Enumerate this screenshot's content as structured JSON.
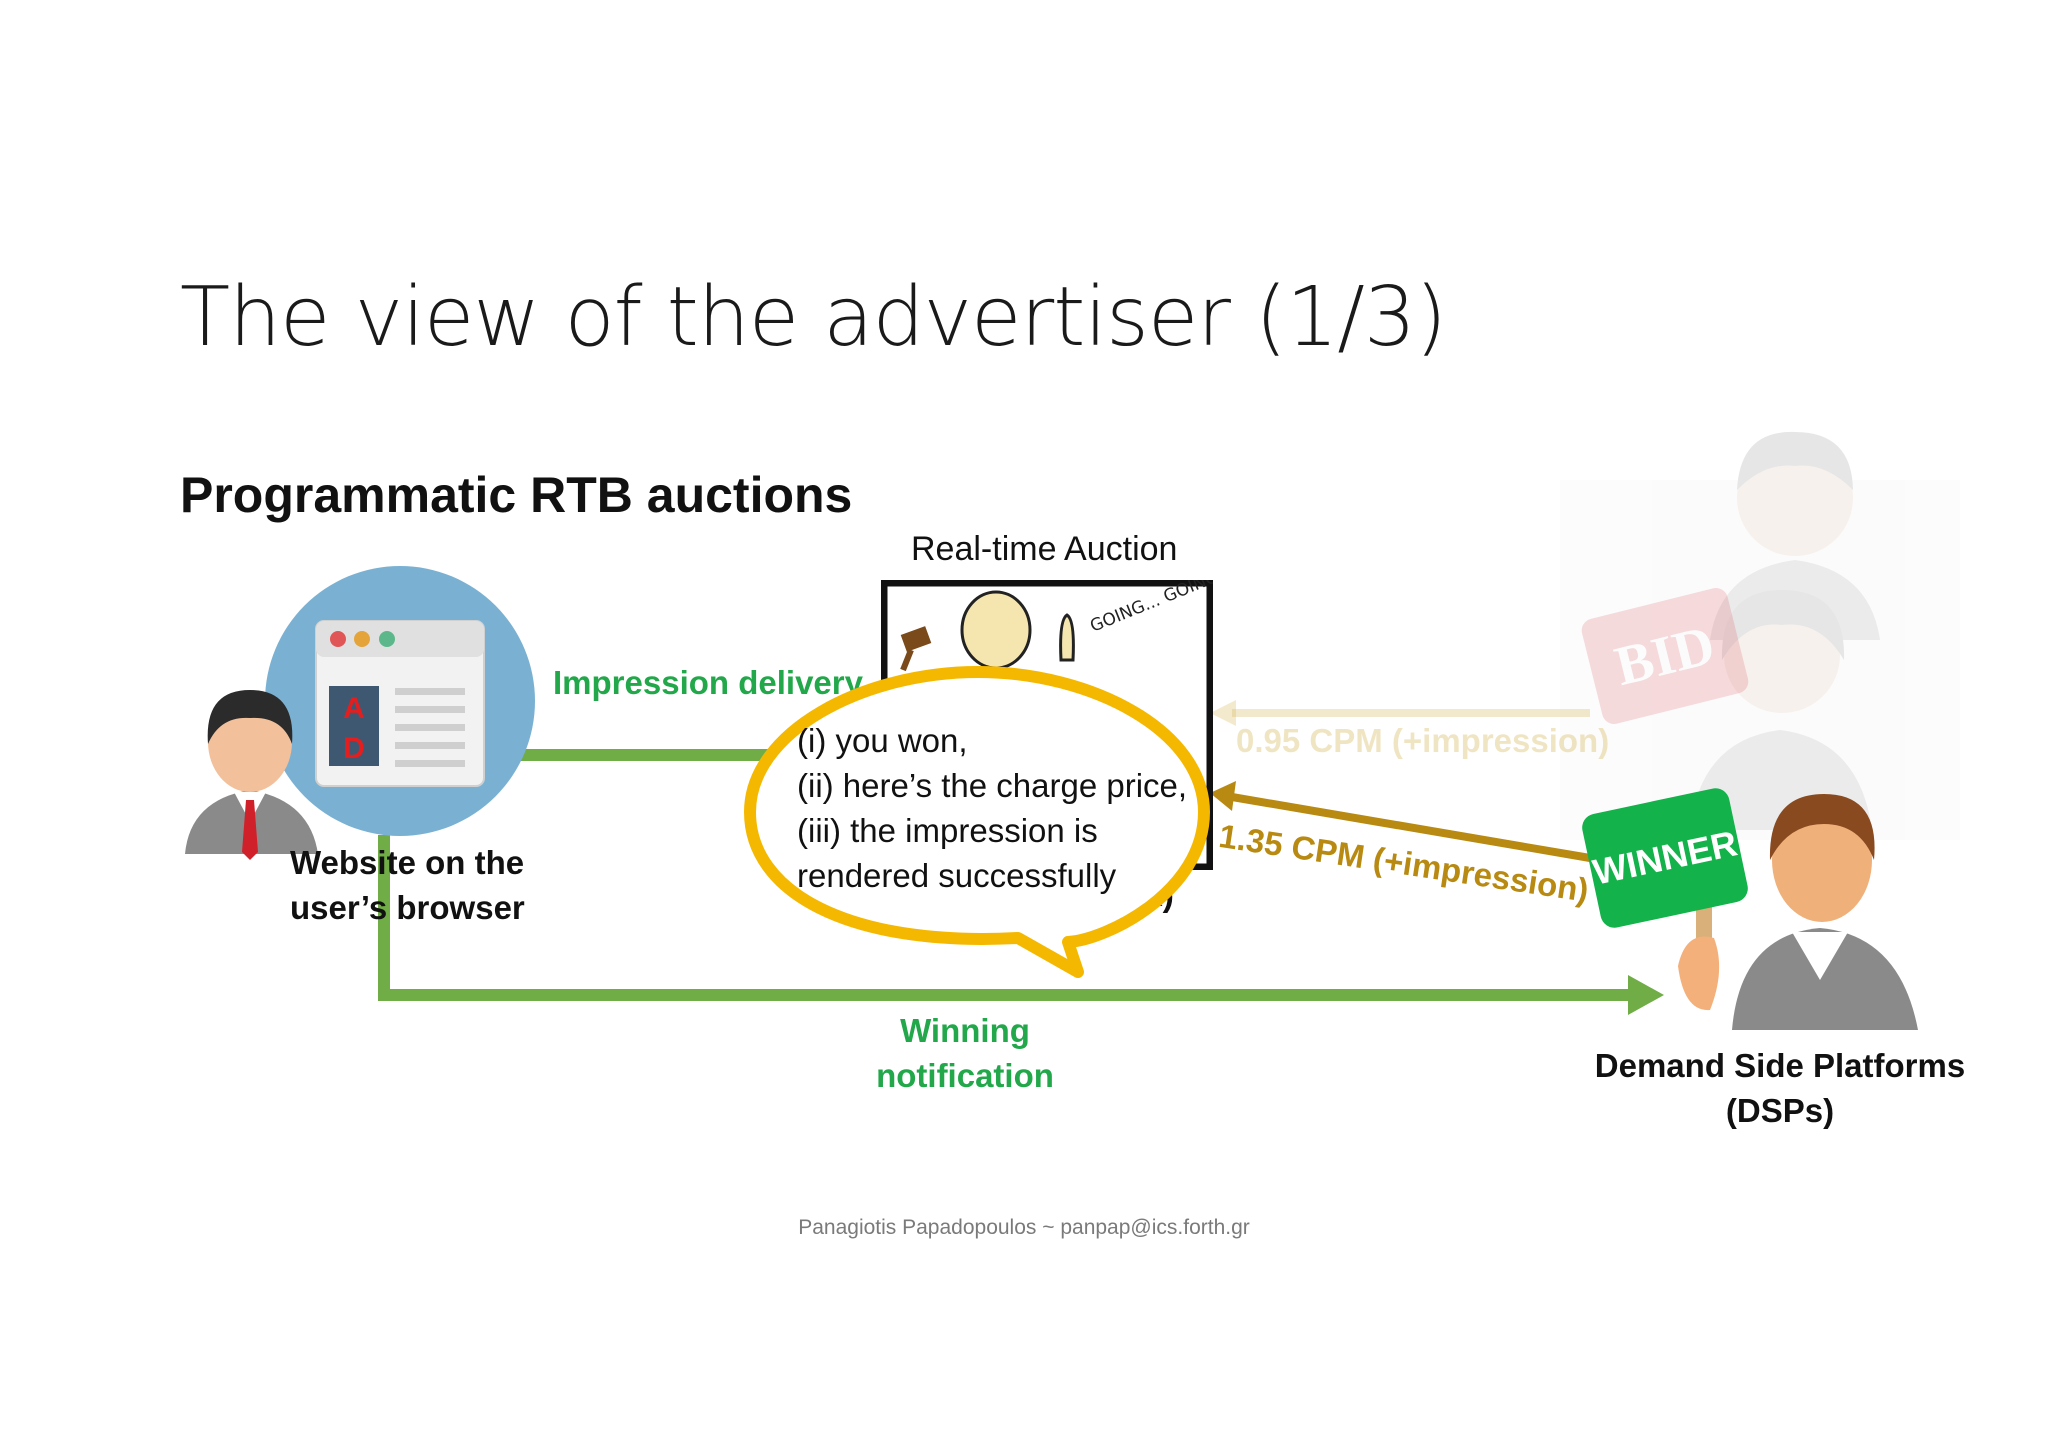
{
  "slide": {
    "title": "The view of the advertiser (1/3)",
    "subtitle": "Programmatic RTB auctions",
    "footer": "Panagiotis Papadopoulos ~ panpap@ics.forth.gr"
  },
  "diagram": {
    "auction_title": "Real-time Auction",
    "auction_name_tail": "X)",
    "auction_image_text": "GOING... GOING...",
    "impression_delivery": "Impression delivery",
    "website_label_line1": "Website on the",
    "website_label_line2": "user’s browser",
    "ad_letter_1": "A",
    "ad_letter_2": "D",
    "winning_line1": "Winning",
    "winning_line2": "notification",
    "dsp_label_line1": "Demand Side Platforms",
    "dsp_label_line2": "(DSPs)",
    "bid_losing": "0.95 CPM (+impression)",
    "bid_winning": "1.35 CPM (+impression)",
    "winner_sign": "WINNER",
    "bid_sign": "BID",
    "bubble": {
      "line1": "(i) you won,",
      "line2": "(ii) here’s the charge price,",
      "line3": "(iii) the impression is",
      "line4": "rendered successfully"
    }
  },
  "colors": {
    "green_arrow": "#70ad47",
    "green_text": "#22a84a",
    "gold_arrow": "#b88a12",
    "bubble_border": "#f5b800",
    "circle_blue": "#7ab1d3",
    "winner_green": "#14b24a"
  }
}
